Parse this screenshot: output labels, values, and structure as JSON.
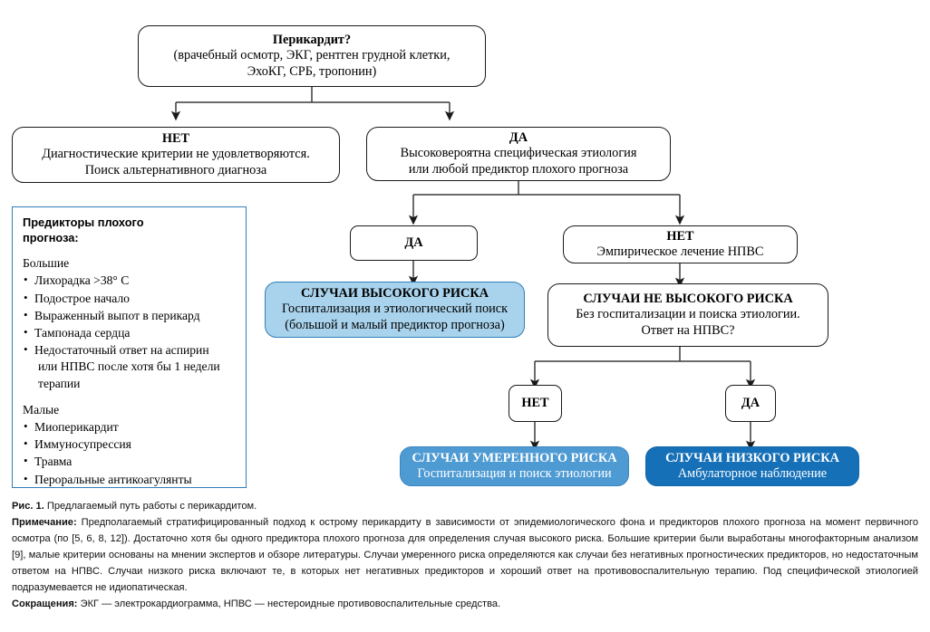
{
  "figure": {
    "nodes": {
      "root": {
        "title": "Перикардит?",
        "line1": "(врачебный осмотр, ЭКГ, рентген грудной клетки,",
        "line2": "ЭхоКГ, СРБ, тропонин)"
      },
      "no_criteria": {
        "title": "НЕТ",
        "line1": "Диагностические критерии не удовлетворяются.",
        "line2": "Поиск альтернативного диагноза"
      },
      "yes_etiology": {
        "title": "ДА",
        "line1": "Высоковероятна специфическая этиология",
        "line2": "или любой предиктор плохого прогноза"
      },
      "da_small": {
        "title": "ДА"
      },
      "net_nsaid": {
        "title": "НЕТ",
        "line1": "Эмпирическое лечение НПВС"
      },
      "high_risk": {
        "title": "СЛУЧАИ ВЫСОКОГО РИСКА",
        "line1": "Госпитализация и этиологический поиск",
        "line2": "(большой и малый предиктор прогноза)"
      },
      "not_high_risk": {
        "title": "СЛУЧАИ НЕ ВЫСОКОГО РИСКА",
        "line1": "Без госпитализации и поиска этиологии.",
        "line2": "Ответ на НПВС?"
      },
      "net_small": {
        "title": "НЕТ"
      },
      "da_small2": {
        "title": "ДА"
      },
      "moderate_risk": {
        "title": "СЛУЧАИ УМЕРЕННОГО РИСКА",
        "line1": "Госпитализация и поиск этиологии"
      },
      "low_risk": {
        "title": "СЛУЧАИ НИЗКОГО РИСКА",
        "line1": "Амбулаторное наблюдение"
      }
    },
    "predictors": {
      "heading_line1": "Предикторы плохого",
      "heading_line2": "прогноза:",
      "major_title": "Большие",
      "major_items": [
        "Лихорадка >38° С",
        "Подострое начало",
        "Выраженный выпот в перикард",
        "Тампонада сердца",
        "Недостаточный ответ на аспирин"
      ],
      "major_last_cont_line1": "или НПВС после хотя бы 1 недели",
      "major_last_cont_line2": "терапии",
      "minor_title": "Малые",
      "minor_items": [
        "Миоперикардит",
        "Иммуносупрессия",
        "Травма",
        "Пероральные антикоагулянты"
      ]
    },
    "colors": {
      "panel_border": "#2f7fba",
      "high_risk_fill": "#a9d3ec",
      "moderate_risk_fill": "#4e9ad3",
      "low_risk_fill": "#1570b8",
      "connector": "#3a3a3a"
    }
  },
  "caption": {
    "fig_label": "Рис. 1.",
    "fig_text": "Предлагаемый путь работы с перикардитом.",
    "note_label": "Примечание:",
    "note_text": "Предполагаемый стратифицированный подход к острому перикардиту в зависимости от эпидемиологического фона и предикторов плохого прогноза на момент первичного осмотра (по [5, 6, 8, 12]). Достаточно хотя бы одного предиктора плохого прогноза для определения случая высокого риска. Большие критерии были выработаны многофакторным анализом [9], малые критерии основаны на мнении экспертов и обзоре литературы. Случаи умеренного риска определяются как случаи без негативных прогностических предикторов, но недостаточным ответом на НПВС. Случаи низкого риска включают те, в которых нет негативных предикторов и хороший ответ на противовоспалительную терапию. Под специфической этиологией подразумевается не идиопатическая.",
    "abbr_label": "Сокращения:",
    "abbr_text": "ЭКГ — электрокардиограмма, НПВС — нестероидные противовоспалительные средства."
  }
}
